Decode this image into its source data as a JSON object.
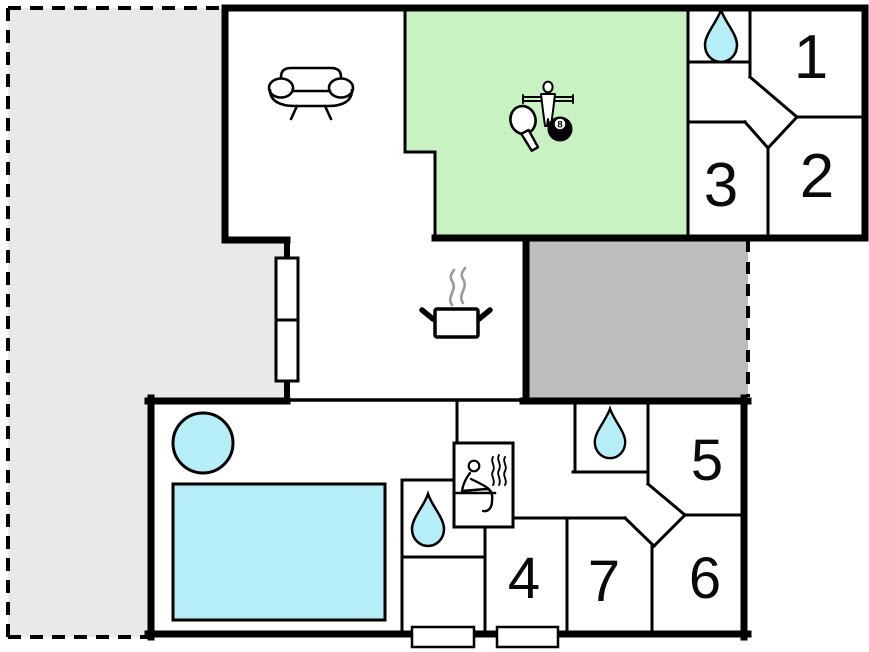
{
  "plan": {
    "type": "holiday-home-floor-plan",
    "rooms": [
      {
        "number": "1"
      },
      {
        "number": "2"
      },
      {
        "number": "3"
      },
      {
        "number": "4"
      },
      {
        "number": "5"
      },
      {
        "number": "6"
      },
      {
        "number": "7"
      }
    ],
    "eight_ball_label": "8",
    "colors": {
      "terrace": "#e9e9e9",
      "game_room": "#c8f2c2",
      "garage": "#bdbdbd",
      "water": "#b5eef7",
      "wall": "#000000",
      "steam": "#9a9a9a",
      "background": "#ffffff"
    },
    "icons": {
      "sofa": "sofa-icon",
      "foosball": "foosball-player-icon",
      "table_tennis": "table-tennis-paddle-icon",
      "eight_ball": "eight-ball-icon",
      "cooking": "cooking-pot-icon",
      "sauna": "sauna-icon",
      "bathroom": "water-drop-icon",
      "pool": "swimming-pool",
      "hot_tub": "hot-tub"
    }
  }
}
